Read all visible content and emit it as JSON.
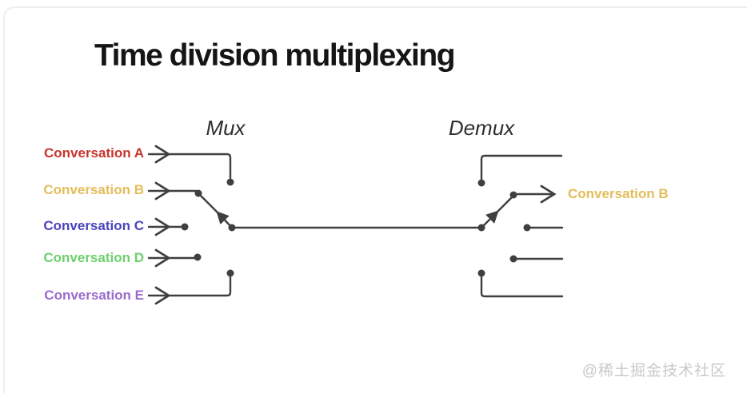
{
  "title": "Time division multiplexing",
  "mux": {
    "label": "Mux"
  },
  "demux": {
    "label": "Demux"
  },
  "inputs": [
    {
      "id": "A",
      "label": "Conversation A",
      "color": "#c8342e"
    },
    {
      "id": "B",
      "label": "Conversation B",
      "color": "#e4bd5a"
    },
    {
      "id": "C",
      "label": "Conversation C",
      "color": "#4b44c0"
    },
    {
      "id": "D",
      "label": "Conversation D",
      "color": "#6ed06e"
    },
    {
      "id": "E",
      "label": "Conversation E",
      "color": "#9a6ccc"
    }
  ],
  "output": {
    "label": "Conversation B",
    "color": "#e4bd5a"
  },
  "selected_channel": "B",
  "watermark": "@稀土掘金技术社区",
  "colors": {
    "diagram_line": "#3f3f3f",
    "title_text": "#151515",
    "device_label_text": "#2e2e2e",
    "watermark_text": "#c9c9c9"
  }
}
